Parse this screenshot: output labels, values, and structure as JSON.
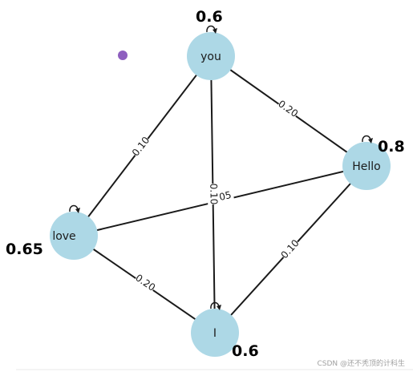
{
  "graph": {
    "nodes": [
      {
        "id": "you",
        "label": "you",
        "score": "0.6"
      },
      {
        "id": "hello",
        "label": "Hello",
        "score": "0.8"
      },
      {
        "id": "love",
        "label": "love",
        "score": "0.65"
      },
      {
        "id": "i",
        "label": "I",
        "score": "0.6"
      }
    ],
    "edges": [
      {
        "source": "you",
        "target": "hello",
        "weight": "0.20"
      },
      {
        "source": "you",
        "target": "love",
        "weight": "0.10"
      },
      {
        "source": "you",
        "target": "i",
        "weight": "0.10"
      },
      {
        "source": "love",
        "target": "hello",
        "weight": "05"
      },
      {
        "source": "love",
        "target": "i",
        "weight": "0.20"
      },
      {
        "source": "i",
        "target": "hello",
        "weight": "0.10"
      }
    ],
    "colors": {
      "node": "#add8e6",
      "edge": "#1a1a1a",
      "stray_dot": "#8e5fbf"
    }
  },
  "watermark": "CSDN @还不秃顶的计科生"
}
